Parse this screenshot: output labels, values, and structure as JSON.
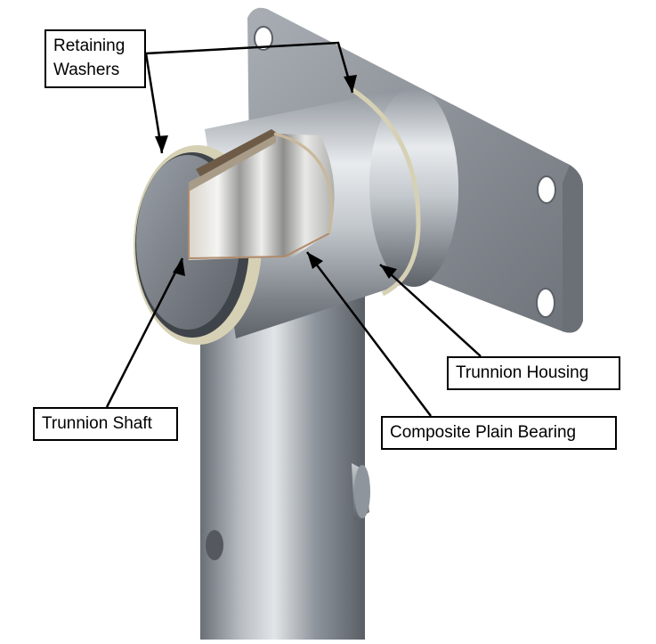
{
  "diagram": {
    "colors": {
      "steel_light": "#dcdfe3",
      "steel_mid": "#9ea4ab",
      "steel_dark": "#5c6168",
      "bearing": "#c9b89a",
      "washer": "#d6d1b4",
      "line": "#000000"
    },
    "labels": {
      "retaining_washers": "Retaining Washers",
      "trunnion_housing": "Trunnion Housing",
      "trunnion_shaft": "Trunnion Shaft",
      "composite_plain_bearing": "Composite Plain Bearing"
    }
  }
}
